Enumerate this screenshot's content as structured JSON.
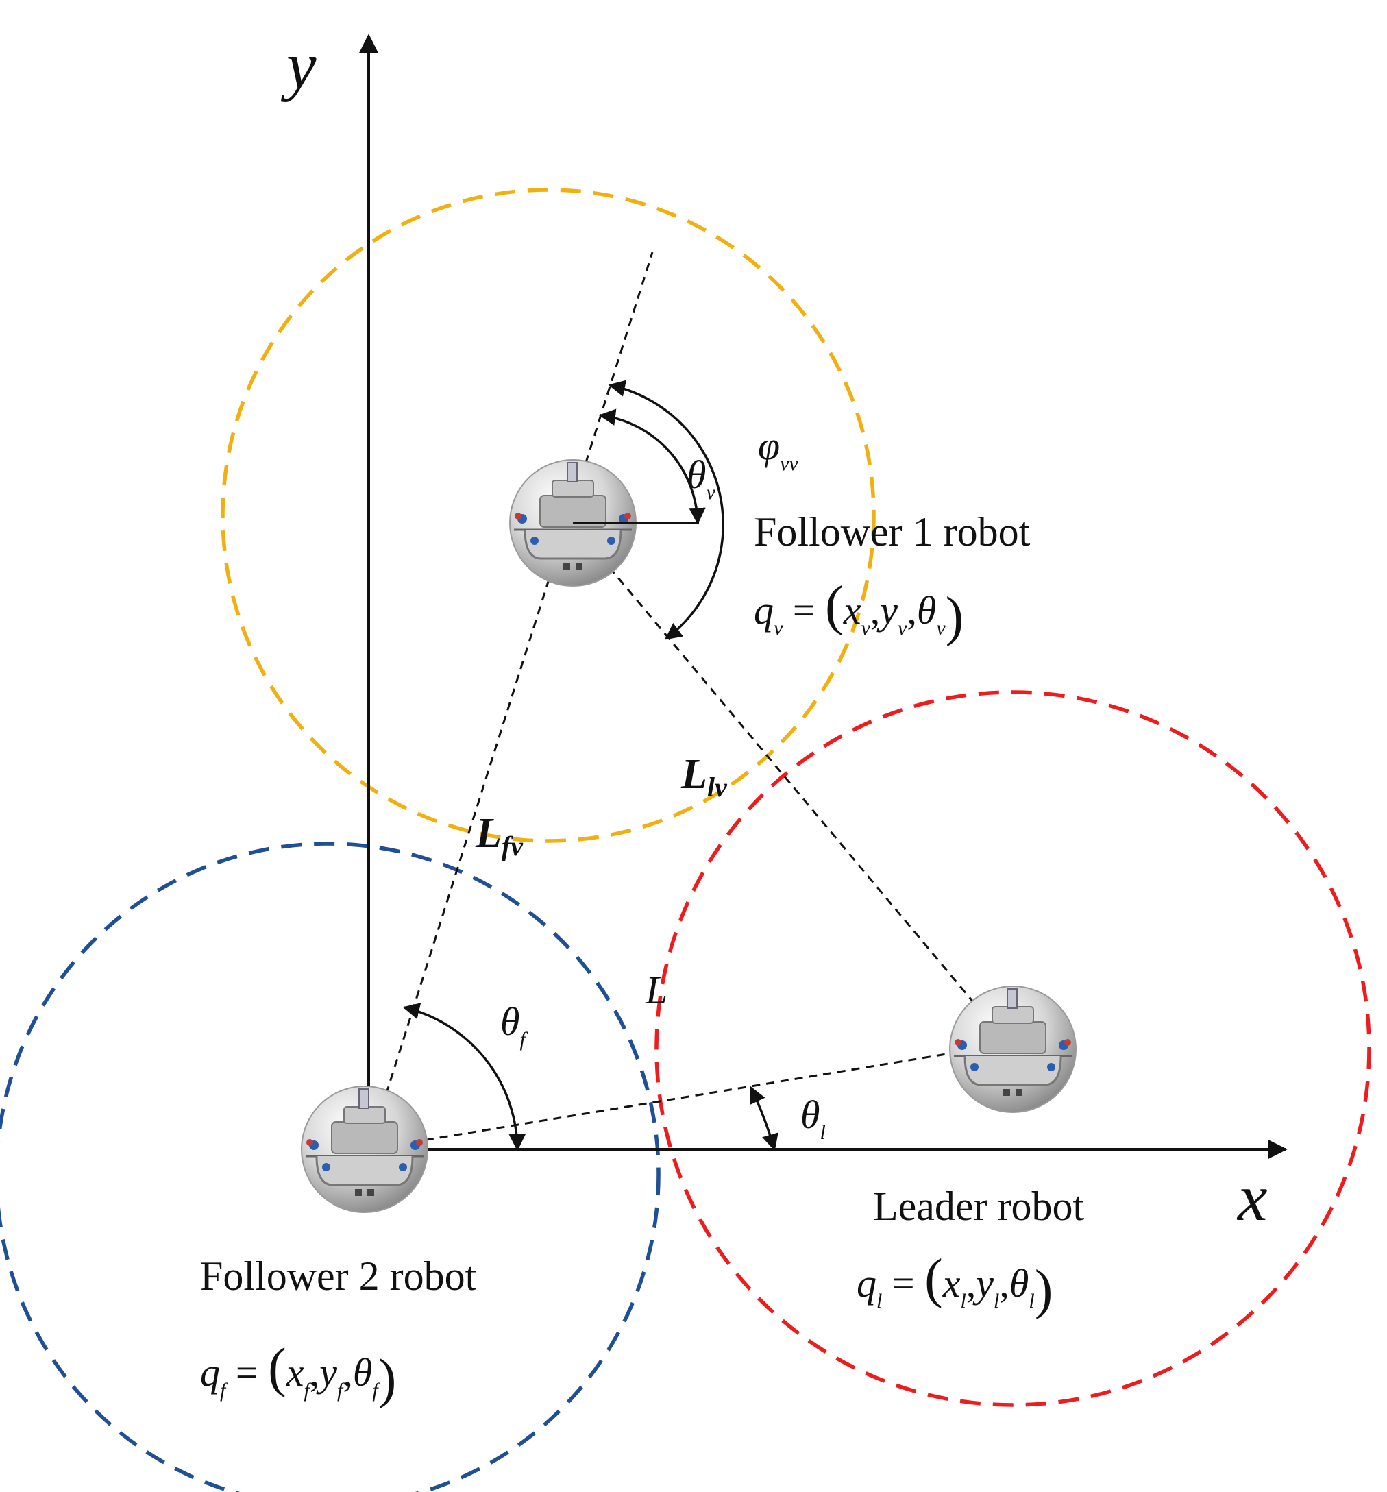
{
  "axes": {
    "x_label": "x",
    "y_label": "y"
  },
  "circle_colors": {
    "follower1": "#f2b010",
    "follower2": "#1f4f94",
    "leader": "#ee1c1c"
  },
  "robots": {
    "follower1": {
      "name": "Follower 1 robot",
      "state": {
        "q": "q",
        "sub": "v",
        "vars": [
          {
            "s": "x",
            "sub": "v"
          },
          {
            "s": "y",
            "sub": "v"
          },
          {
            "s": "θ",
            "sub": "v"
          }
        ]
      }
    },
    "follower2": {
      "name": "Follower 2 robot",
      "state": {
        "q": "q",
        "sub": "f",
        "vars": [
          {
            "s": "x",
            "sub": "f"
          },
          {
            "s": "y",
            "sub": "f"
          },
          {
            "s": "θ",
            "sub": "f"
          }
        ]
      }
    },
    "leader": {
      "name": "Leader robot",
      "state": {
        "q": "q",
        "sub": "l",
        "vars": [
          {
            "s": "x",
            "sub": "l"
          },
          {
            "s": "y",
            "sub": "l"
          },
          {
            "s": "θ",
            "sub": "l"
          }
        ]
      }
    }
  },
  "labels": {
    "theta_v": {
      "main": "θ",
      "sub": "v"
    },
    "phi_vv": {
      "main": "φ",
      "sub": "vv"
    },
    "theta_f": {
      "main": "θ",
      "sub": "f"
    },
    "theta_l": {
      "main": "θ",
      "sub": "l"
    },
    "L_lv": {
      "main": "L",
      "sub": "lv"
    },
    "L_fv": {
      "main": "L",
      "sub": "fv"
    },
    "L": {
      "main": "L"
    }
  }
}
